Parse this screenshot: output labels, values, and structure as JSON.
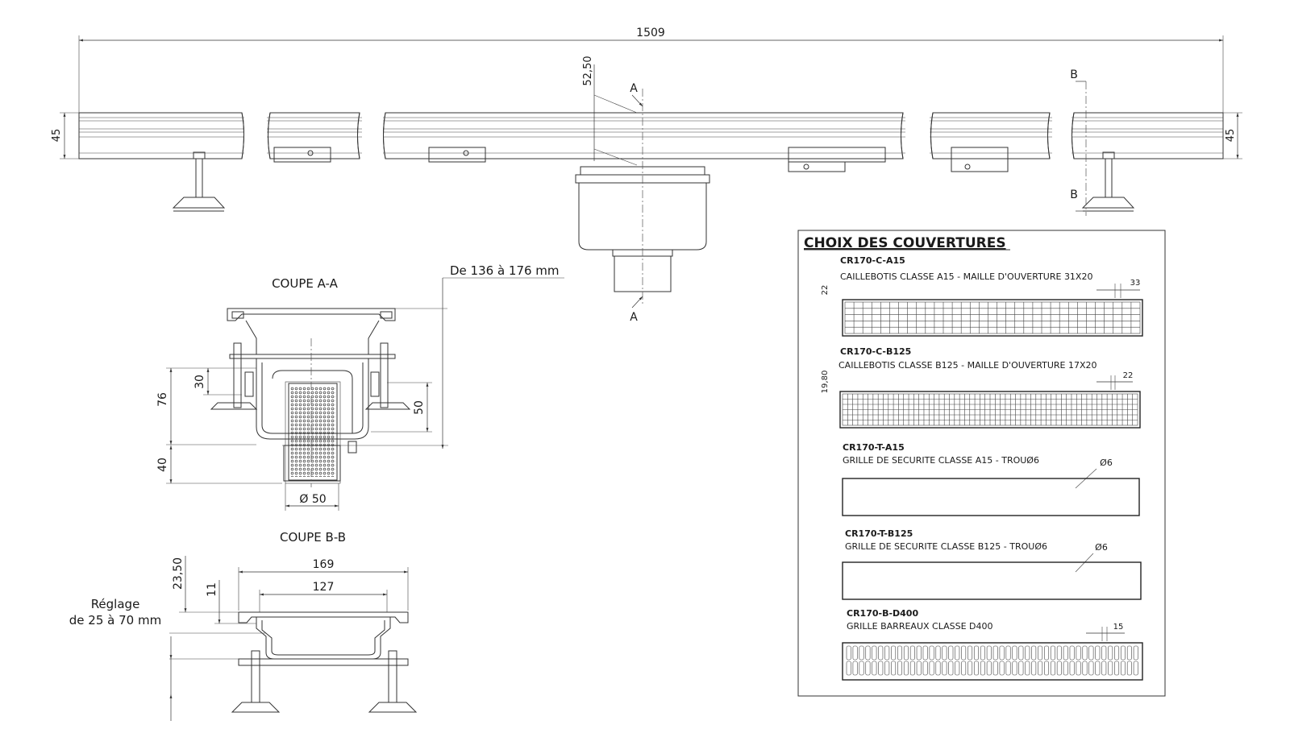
{
  "main_view": {
    "overall_length": "1509",
    "height_left": "45",
    "height_right": "45",
    "outlet_dim": "52,50",
    "section_a_top": "A",
    "section_a_bottom": "A",
    "section_b_top": "B",
    "section_b_bottom": "B"
  },
  "coupe_aa": {
    "title": "COUPE A-A",
    "range_label": "De 136 à 176 mm",
    "dim_76": "76",
    "dim_30": "30",
    "dim_50": "50",
    "dim_40": "40",
    "dim_diam": "Ø 50"
  },
  "coupe_bb": {
    "title": "COUPE B-B",
    "dim_169": "169",
    "dim_127": "127",
    "dim_23_50": "23,50",
    "dim_11": "11",
    "reglage_line1": "Réglage",
    "reglage_line2": "de  25 à 70 mm"
  },
  "covers": {
    "title": "CHOIX DES COUVERTURES",
    "items": [
      {
        "code": "CR170-C-A15",
        "desc": "CAILLEBOTIS CLASSE A15 - MAILLE D'OUVERTURE 31X20",
        "dim_side": "22",
        "dim_top": "33"
      },
      {
        "code": "CR170-C-B125",
        "desc": "CAILLEBOTIS CLASSE B125 - MAILLE D'OUVERTURE 17X20",
        "dim_side": "19,80",
        "dim_top": "22"
      },
      {
        "code": "CR170-T-A15",
        "desc": "GRILLE DE SECURITE CLASSE A15 - TROUØ6",
        "dim_top": "Ø6"
      },
      {
        "code": "CR170-T-B125",
        "desc": "GRILLE DE SECURITE CLASSE B125 - TROUØ6",
        "dim_top": "Ø6"
      },
      {
        "code": "CR170-B-D400",
        "desc": "GRILLE BARREAUX CLASSE D400",
        "dim_top": "15"
      }
    ]
  }
}
